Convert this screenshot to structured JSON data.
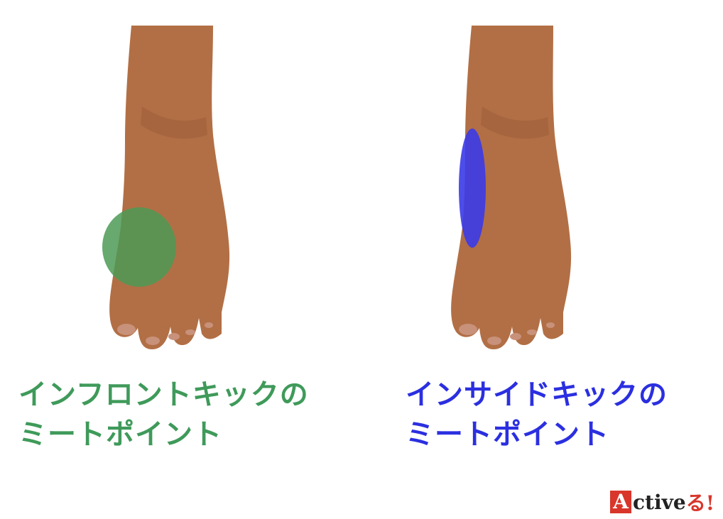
{
  "left": {
    "caption_line1": "インフロントキックの",
    "caption_line2": "ミートポイント",
    "color": "#3f9a5a",
    "marker_color": "#4c9a55"
  },
  "right": {
    "caption_line1": "インサイドキックの",
    "caption_line2": "ミートポイント",
    "color": "#2b2fe0",
    "marker_color": "#3a3ae8"
  },
  "logo": {
    "first_letter": "A",
    "rest": "ctive",
    "accent": "る!",
    "first_letter_bg": "#d9362b",
    "accent_color": "#d9362b"
  },
  "skin_color": "#b26f45",
  "skin_shadow": "#8e5330",
  "nail_color": "#c8917a"
}
